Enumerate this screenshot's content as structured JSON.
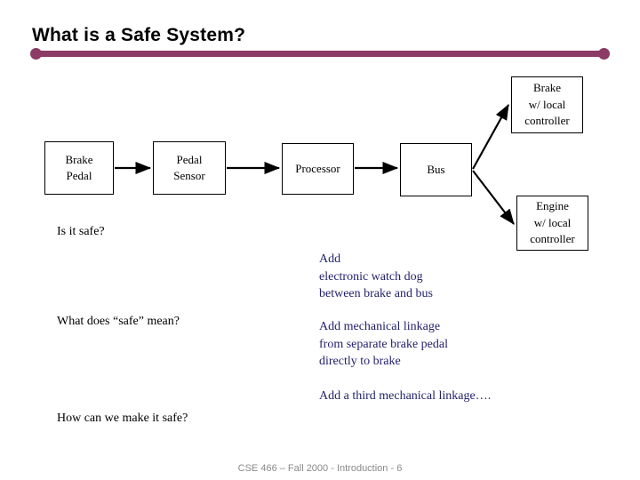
{
  "slide": {
    "title": "What is a Safe System?",
    "footer": "CSE 466 – Fall 2000 - Introduction - 6",
    "accent_color": "#8C3A66",
    "navy_text_color": "#1F1F6B",
    "footer_color": "#8A8A8A",
    "diagram_line_color": "#000000"
  },
  "diagram": {
    "boxes": [
      {
        "id": "brake-pedal",
        "lines": [
          "Brake",
          "Pedal"
        ]
      },
      {
        "id": "pedal-sensor",
        "lines": [
          "Pedal",
          "Sensor"
        ]
      },
      {
        "id": "processor",
        "lines": [
          "Processor"
        ]
      },
      {
        "id": "bus",
        "lines": [
          "Bus"
        ]
      },
      {
        "id": "brake-ctrl",
        "lines": [
          "Brake",
          "w/ local",
          "controller"
        ]
      },
      {
        "id": "engine-ctrl",
        "lines": [
          "Engine",
          "w/ local",
          "controller"
        ]
      }
    ],
    "connections": [
      {
        "from": "brake-pedal",
        "to": "pedal-sensor"
      },
      {
        "from": "pedal-sensor",
        "to": "processor"
      },
      {
        "from": "processor",
        "to": "bus"
      },
      {
        "from": "bus",
        "to": "brake-ctrl"
      },
      {
        "from": "bus",
        "to": "engine-ctrl"
      }
    ]
  },
  "questions": [
    {
      "id": "is-it-safe",
      "text": "Is it safe?"
    },
    {
      "id": "what-does-safe",
      "text": "What does “safe” mean?"
    },
    {
      "id": "how-can-we",
      "text": "How can we make it safe?"
    }
  ],
  "answers": [
    {
      "id": "watchdog",
      "text": "Add\nelectronic watch dog\nbetween brake and bus"
    },
    {
      "id": "mech-linkage",
      "text": "Add mechanical linkage\nfrom separate brake pedal\ndirectly to brake"
    },
    {
      "id": "third-linkage",
      "text": "Add a third mechanical linkage…."
    }
  ]
}
